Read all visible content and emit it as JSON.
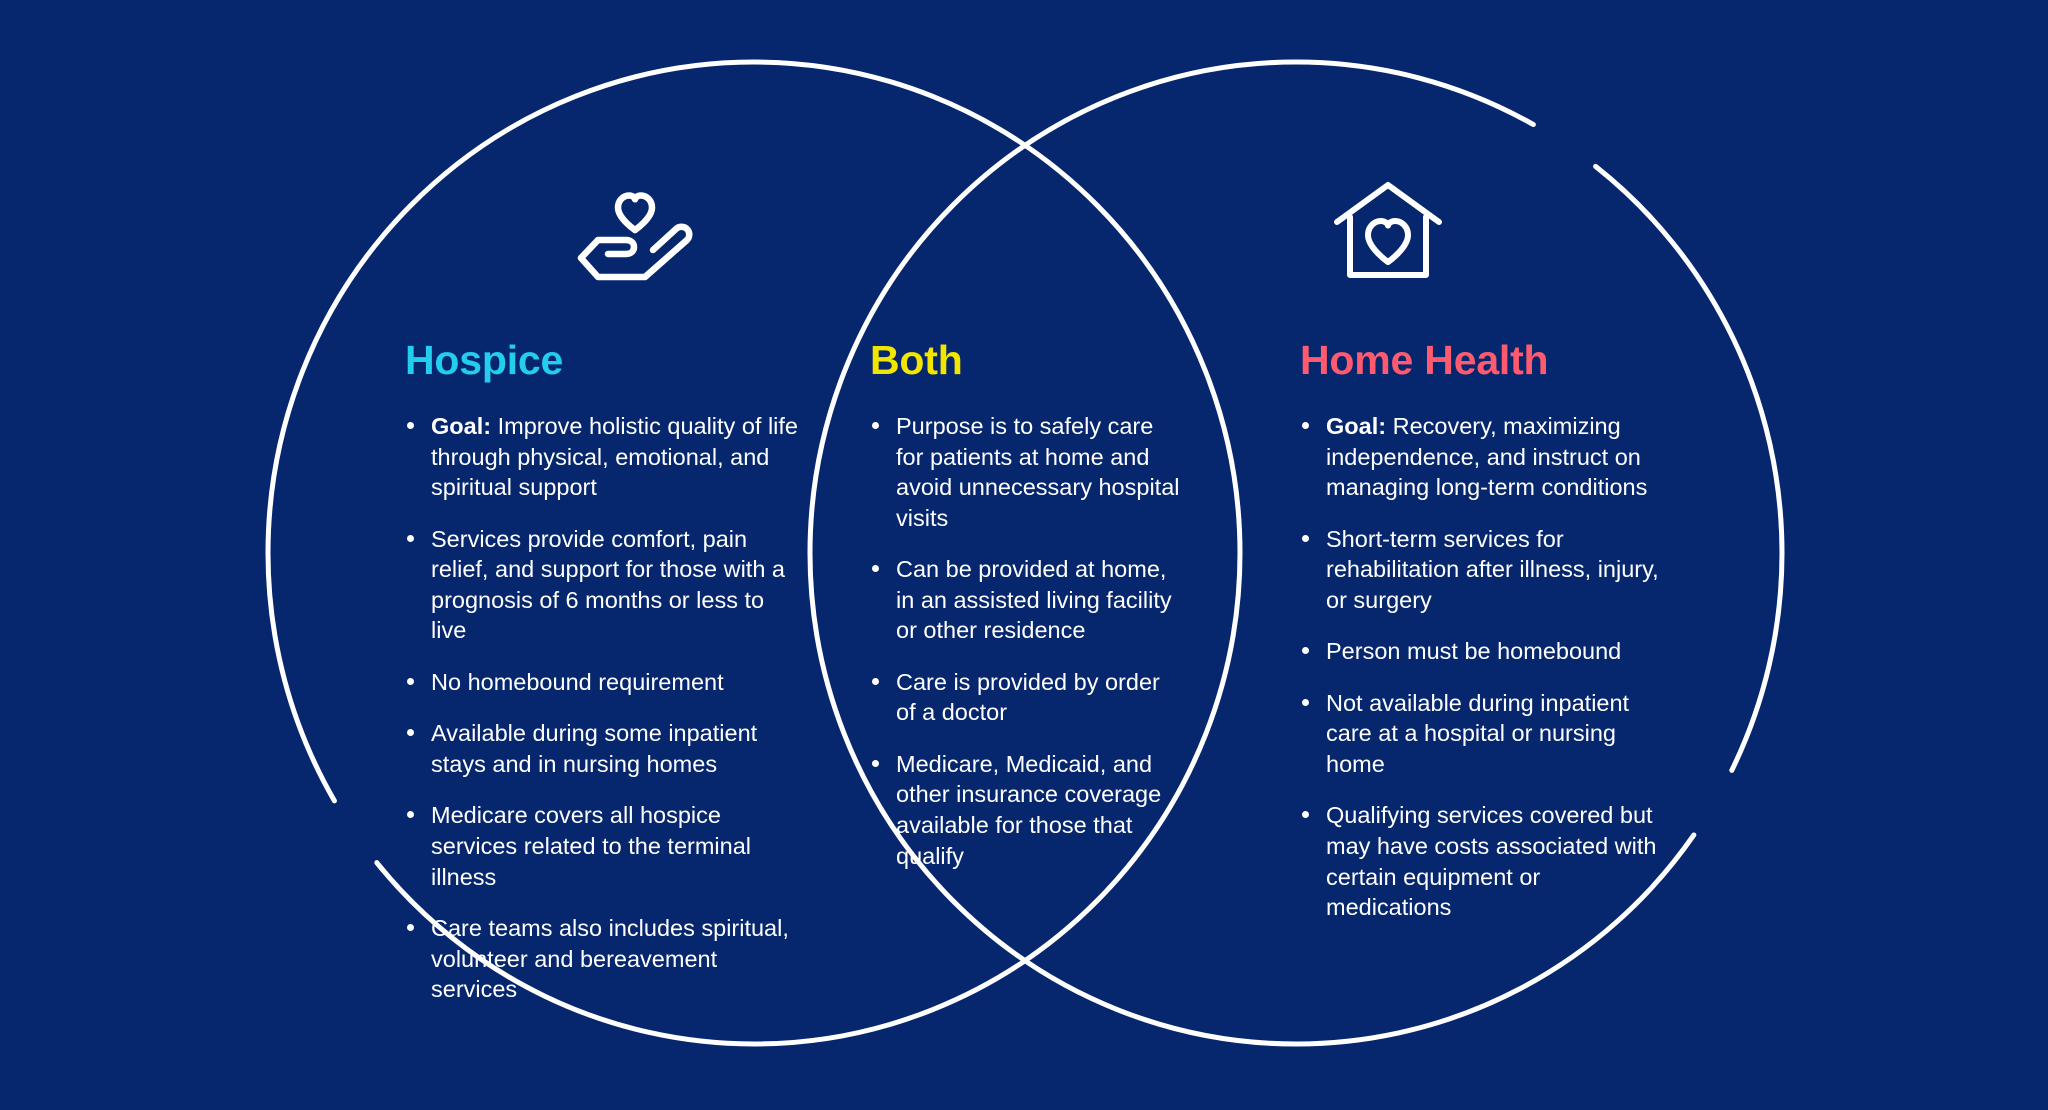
{
  "page": {
    "background_color": "#06276e",
    "diagram_type": "venn-diagram",
    "stroke_color": "#ffffff"
  },
  "colors": {
    "hospice_accent": "#22cdee",
    "both_accent": "#f2e500",
    "home_health_accent": "#ff5a6e",
    "body_text": "#ffffff",
    "background": "#06276e"
  },
  "icons": {
    "hospice": "hand-holding-heart-icon",
    "home_health": "house-with-heart-icon"
  },
  "columns": {
    "hospice": {
      "title": "Hospice",
      "bullets": [
        {
          "lead": "Goal:",
          "text": " Improve holistic quality of life through physical, emotional, and spiritual support"
        },
        {
          "lead": "",
          "text": "Services provide comfort, pain relief, and support for those with a prognosis of 6 months or less to live"
        },
        {
          "lead": "",
          "text": "No homebound requirement"
        },
        {
          "lead": "",
          "text": "Available during some inpatient stays and in nursing homes"
        },
        {
          "lead": "",
          "text": "Medicare covers all hospice services related to the terminal illness"
        },
        {
          "lead": "",
          "text": "Care teams also includes spiritual, volunteer and bereavement services"
        }
      ]
    },
    "both": {
      "title": "Both",
      "bullets": [
        {
          "lead": "",
          "text": "Purpose is to safely care for patients at home and avoid unnecessary hospital visits"
        },
        {
          "lead": "",
          "text": "Can be provided at home, in an assisted living facility or other residence"
        },
        {
          "lead": "",
          "text": "Care is provided by order of a doctor"
        },
        {
          "lead": "",
          "text": "Medicare, Medicaid, and other insurance coverage available for those that qualify"
        }
      ]
    },
    "home_health": {
      "title": "Home Health",
      "bullets": [
        {
          "lead": "Goal:",
          "text": " Recovery, maximizing independence, and instruct on managing long-term conditions"
        },
        {
          "lead": "",
          "text": "Short-term services for rehabilitation after illness, injury, or surgery"
        },
        {
          "lead": "",
          "text": "Person must be homebound"
        },
        {
          "lead": "",
          "text": "Not available during inpatient care at a hospital or nursing home"
        },
        {
          "lead": "",
          "text": "Qualifying services covered but may have costs associated with certain equipment or medications"
        }
      ]
    }
  }
}
